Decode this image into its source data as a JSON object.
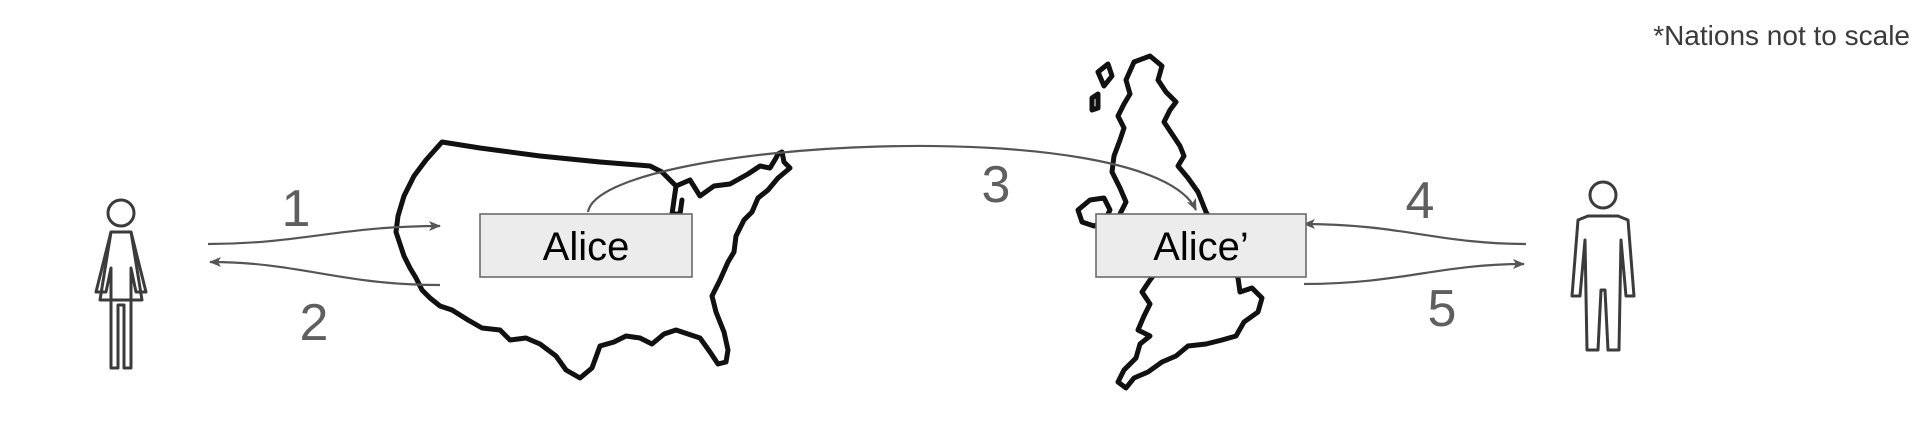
{
  "note": "*Nations not to scale",
  "steps": {
    "s1": "1",
    "s2": "2",
    "s3": "3",
    "s4": "4",
    "s5": "5"
  },
  "boxes": {
    "us": "Alice",
    "uk": "Alice’"
  },
  "icons": {
    "left_person": "person-female-icon",
    "right_person": "person-male-icon",
    "us_map": "united-states-map",
    "uk_map": "united-kingdom-map"
  }
}
